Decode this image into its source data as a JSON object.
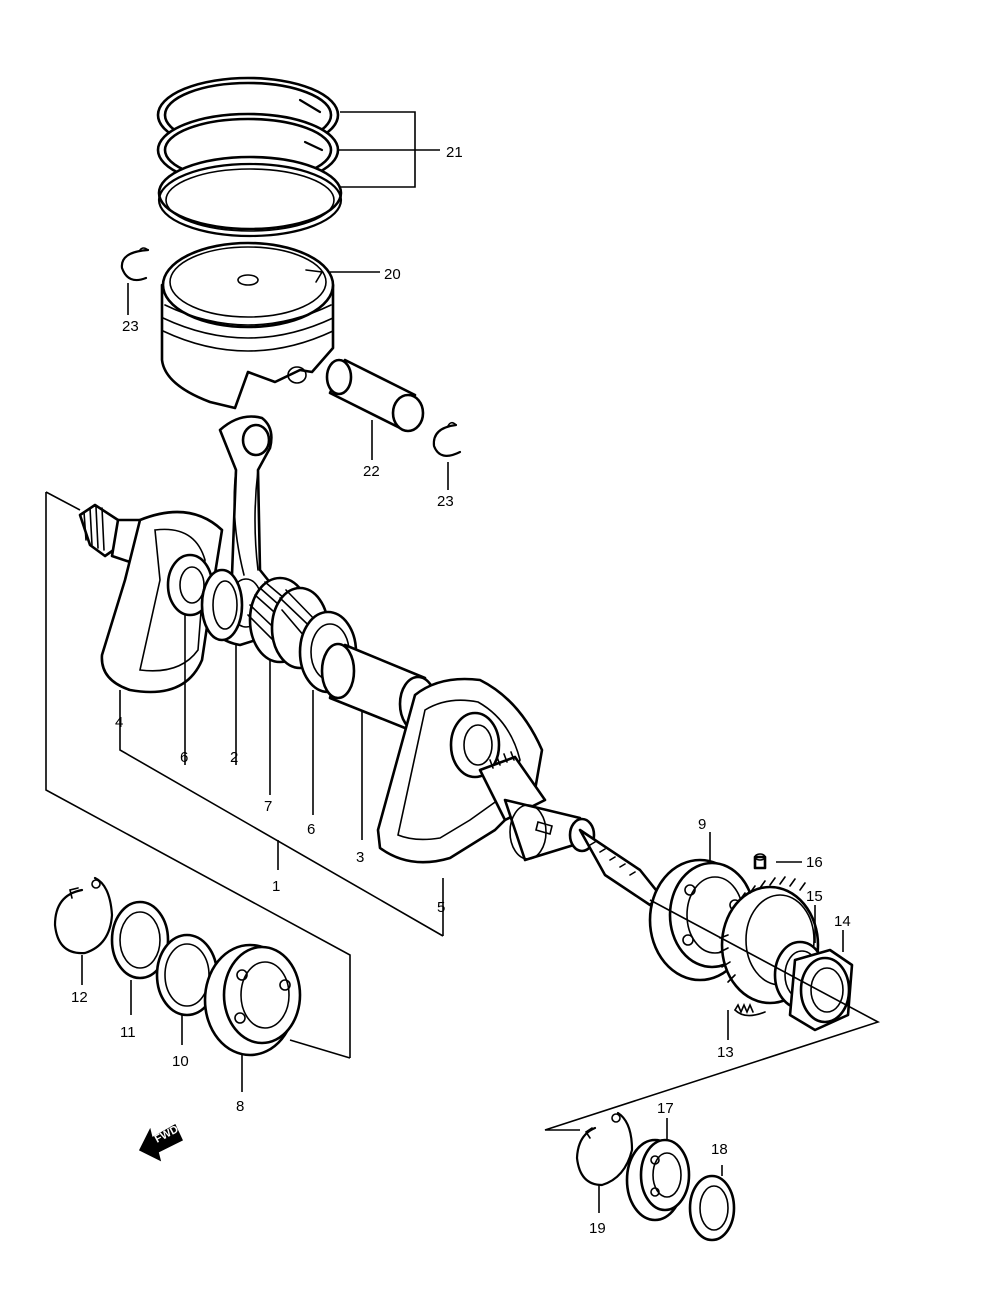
{
  "diagram": {
    "callouts": {
      "c1": "1",
      "c2": "2",
      "c3": "3",
      "c4": "4",
      "c5": "5",
      "c6a": "6",
      "c6b": "6",
      "c7": "7",
      "c8": "8",
      "c9": "9",
      "c10": "10",
      "c11": "11",
      "c12": "12",
      "c13": "13",
      "c14": "14",
      "c15": "15",
      "c16": "16",
      "c17": "17",
      "c18": "18",
      "c19": "19",
      "c20": "20",
      "c21": "21",
      "c22": "22",
      "c23a": "23",
      "c23b": "23"
    },
    "fwd_label": "FWD",
    "line_color": "#000000",
    "background_color": "#ffffff"
  }
}
